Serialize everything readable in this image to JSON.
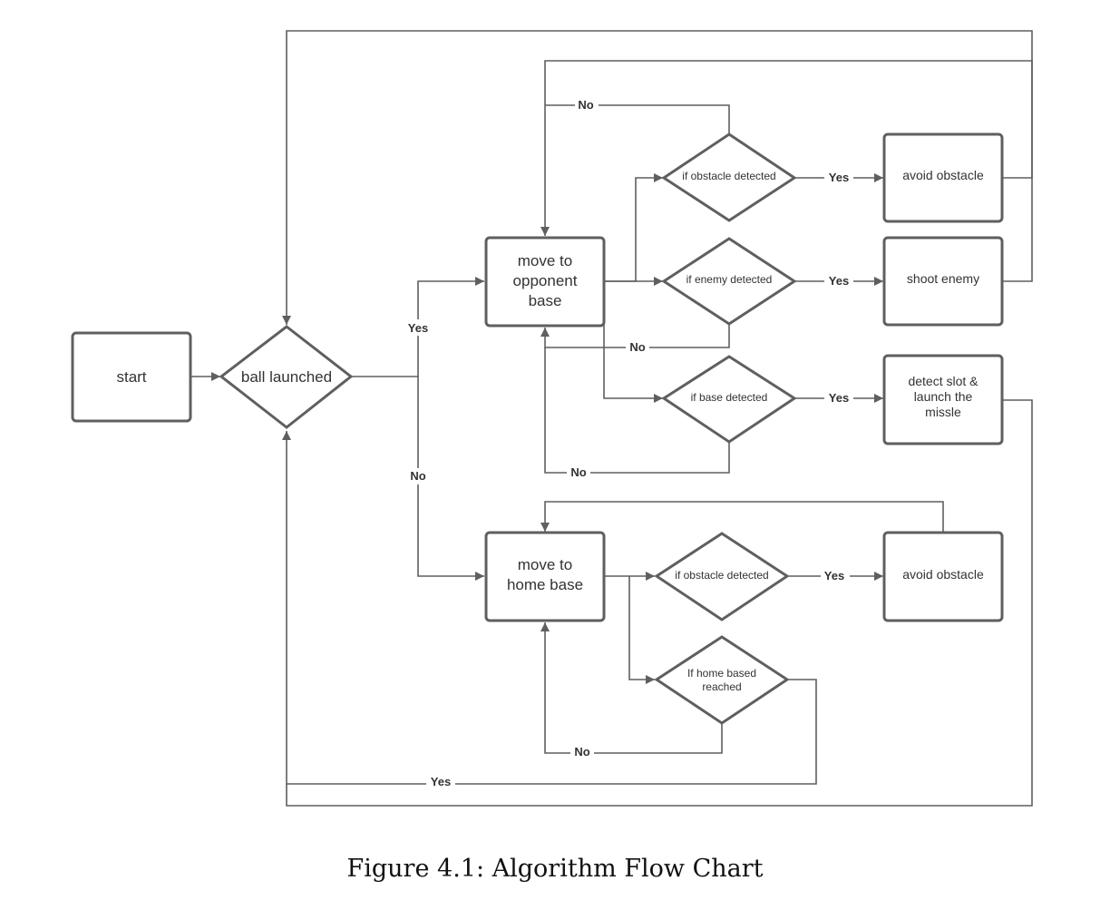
{
  "nodes": {
    "start": "start",
    "ball_launched": "ball launched",
    "move_opponent": [
      "move to",
      "opponent",
      "base"
    ],
    "obstacle_detected_top": "if obstacle detected",
    "enemy_detected": "if enemy detected",
    "base_detected": "if base detected",
    "avoid_obstacle_top": "avoid obstacle",
    "shoot_enemy": "shoot enemy",
    "detect_slot": [
      "detect slot &",
      "launch the",
      "missle"
    ],
    "move_home": [
      "move to",
      "home base"
    ],
    "obstacle_detected_bottom": "if obstacle detected",
    "home_reached": [
      "If home based",
      "reached"
    ],
    "avoid_obstacle_bottom": "avoid obstacle"
  },
  "edge_labels": {
    "yes": "Yes",
    "no": "No"
  },
  "caption": "Figure 4.1: Algorithm Flow Chart"
}
